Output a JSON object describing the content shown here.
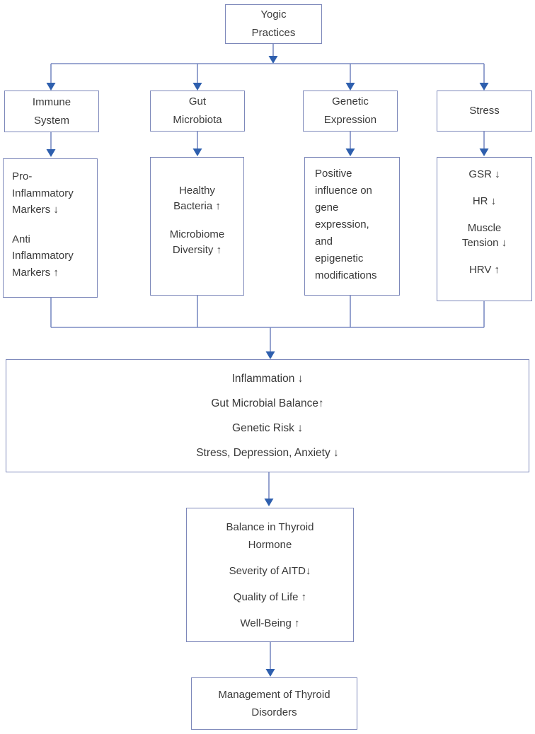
{
  "colors": {
    "box_border": "#7d88ba",
    "connector_line": "#7b8cc3",
    "arrowhead": "#2e5fae",
    "text": "#3a3a3a"
  },
  "nodes": {
    "yogic": {
      "label": "Yogic\nPractices"
    },
    "immune": {
      "label": "Immune\nSystem"
    },
    "gut": {
      "label": "Gut\nMicrobiota"
    },
    "genetic": {
      "label": "Genetic\nExpression"
    },
    "stress": {
      "label": "Stress"
    },
    "immune_detail": {
      "para1": "Pro-\nInflammatory\nMarkers ↓",
      "para2": "Anti\nInflammatory\nMarkers ↑"
    },
    "gut_detail": {
      "para1": "Healthy\nBacteria ↑",
      "para2": "Microbiome\nDiversity ↑"
    },
    "genetic_detail": {
      "label": "Positive\ninfluence on\ngene\nexpression,\nand\nepigenetic\nmodifications"
    },
    "stress_detail": {
      "items": [
        "GSR ↓",
        "HR ↓",
        "Muscle\nTension ↓",
        "HRV ↑"
      ]
    },
    "combined_outcomes": {
      "items": [
        "Inflammation ↓",
        "Gut Microbial Balance↑",
        "Genetic Risk ↓",
        "Stress, Depression, Anxiety ↓"
      ]
    },
    "thyroid_outcomes": {
      "items": [
        "Balance in Thyroid\nHormone",
        "Severity of AITD↓",
        "Quality of Life ↑",
        "Well-Being ↑"
      ]
    },
    "management": {
      "label": "Management of Thyroid\nDisorders"
    }
  }
}
